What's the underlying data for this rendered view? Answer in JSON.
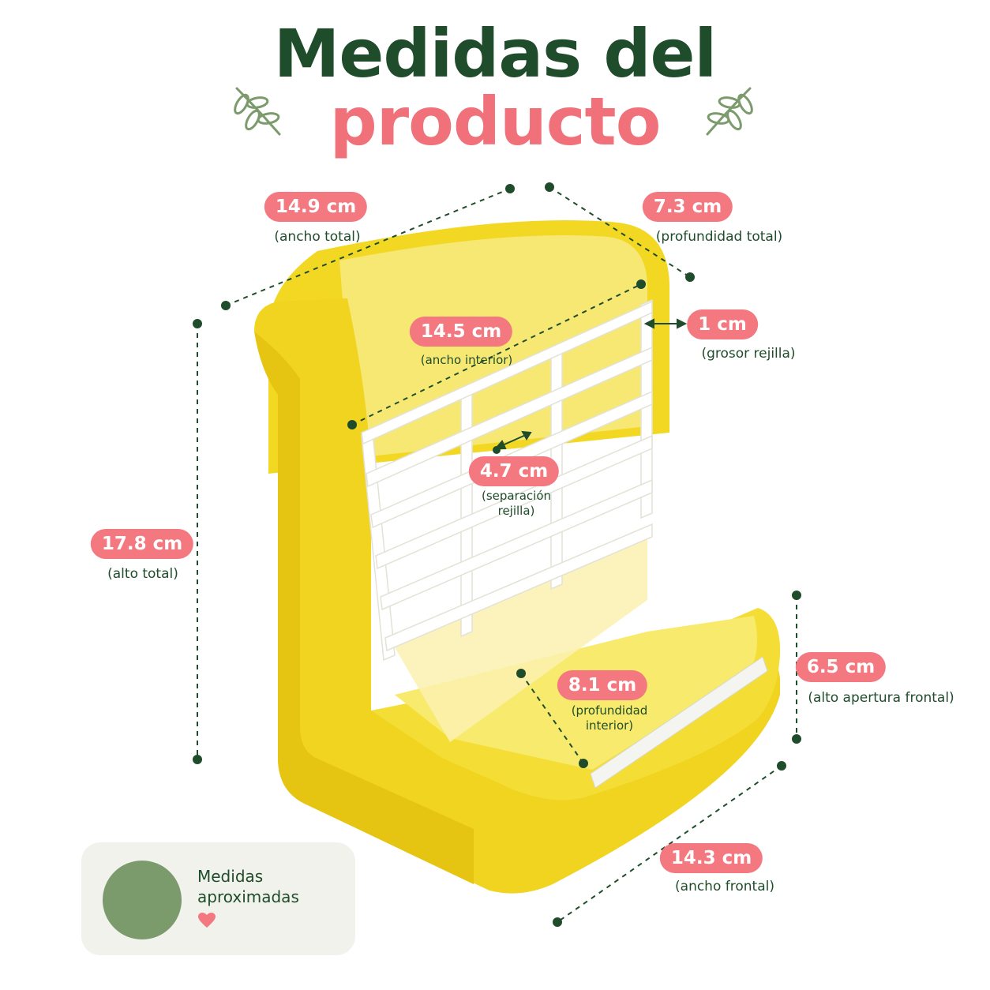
{
  "title": {
    "line1": "Medidas del",
    "line2": "producto"
  },
  "measurements": [
    {
      "id": "ancho-total",
      "value": "14.9 cm",
      "caption": "(ancho total)"
    },
    {
      "id": "profundidad-total",
      "value": "7.3 cm",
      "caption": "(profundidad total)"
    },
    {
      "id": "ancho-interior",
      "value": "14.5 cm",
      "caption": "(ancho interior)"
    },
    {
      "id": "grosor-rejilla",
      "value": "1 cm",
      "caption": "(grosor rejilla)"
    },
    {
      "id": "separacion-rejilla",
      "value": "4.7 cm",
      "caption": "(separación\nrejilla)"
    },
    {
      "id": "alto-total",
      "value": "17.8 cm",
      "caption": "(alto total)"
    },
    {
      "id": "profundidad-interior",
      "value": "8.1 cm",
      "caption": "(profundidad\ninterior)"
    },
    {
      "id": "alto-apertura-frontal",
      "value": "6.5 cm",
      "caption": "(alto apertura frontal)"
    },
    {
      "id": "ancho-frontal",
      "value": "14.3 cm",
      "caption": "(ancho frontal)"
    }
  ],
  "note": {
    "text": "Medidas aproximadas",
    "icon": "ruler-icon",
    "accent": "heart-icon"
  },
  "colors": {
    "title_dark": "#1f4d2b",
    "title_pink": "#f0717a",
    "pill": "#f47880",
    "product_yellow": "#f3dc2a",
    "grid_white": "#ffffff",
    "line_green": "#1f4d2b"
  }
}
